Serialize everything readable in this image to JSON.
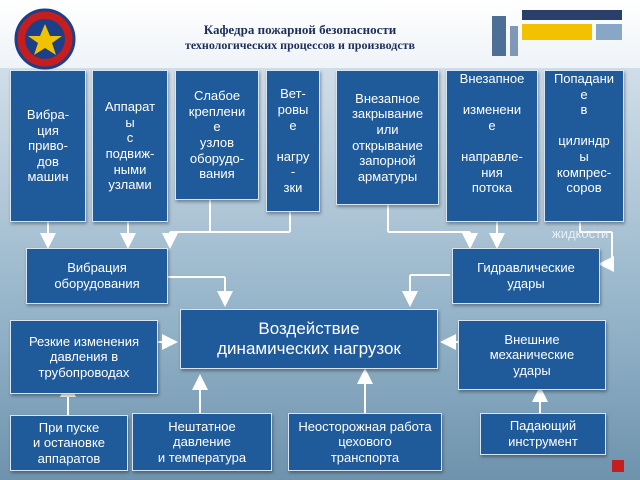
{
  "header": {
    "title_line1": "Кафедра пожарной безопасности",
    "title_line2": "технологических процессов и производств"
  },
  "top_causes": [
    {
      "id": "vibr-privodov",
      "text": "Вибра-\nция\nприво-\nдов\nмашин"
    },
    {
      "id": "apparaty",
      "text": "Аппарат\nы\nс\nподвиж-\nными\nузлами"
    },
    {
      "id": "slaboe",
      "text": "Слабое\nкреплени\nе\nузлов\nоборудо-\nвания"
    },
    {
      "id": "veter",
      "text": "Вет-\nровы\nе\n\nнагру\n-\nзки"
    },
    {
      "id": "armatura",
      "text": "Внезапное\nзакрывание\nили\nоткрывание\nзапорной\nарматуры"
    },
    {
      "id": "potok",
      "text": "Внезапное\n\nизменени\nе\n\nнаправле-\nния\nпотока"
    },
    {
      "id": "popadanie",
      "text": "Попадани\nе\nв\n\nцилиндр\nы\nкомпрес-\nсоров"
    }
  ],
  "overflow_text": "жидкости",
  "middle": {
    "vibration": "Вибрация\nоборудования",
    "hydraulic": "Гидравлические\nудары",
    "central": "Воздействие\nдинамических нагрузок",
    "pressure_changes": "Резкие изменения\nдавления в\nтрубопроводах",
    "external": "Внешние\nмеханические\nудары"
  },
  "bottom": [
    {
      "id": "pusk",
      "text": "При пуске\nи остановке\nаппаратов"
    },
    {
      "id": "neshtat",
      "text": "Нештатное\nдавление\nи температура"
    },
    {
      "id": "transport",
      "text": "Неосторожная работа\nцехового\nтранспорта"
    },
    {
      "id": "instrument",
      "text": "Падающий\nинструмент"
    }
  ],
  "colors": {
    "box": "#1f5a9a",
    "box_border": "#d9e6f2",
    "arrow": "#ffffff",
    "title": "#1c2f5a"
  }
}
